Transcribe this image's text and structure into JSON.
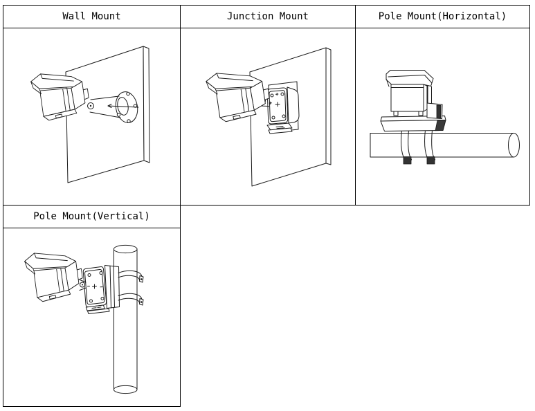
{
  "page": {
    "background": "#ffffff",
    "line_color": "#1a1a1a",
    "border_color": "#000000",
    "text_color": "#000000"
  },
  "cells": [
    {
      "id": "wall-mount",
      "label": "Wall Mount",
      "illustration": "wall-mount-illustration"
    },
    {
      "id": "junction-mount",
      "label": "Junction Mount",
      "illustration": "junction-mount-illustration"
    },
    {
      "id": "pole-mount-horizontal",
      "label": "Pole Mount(Horizontal)",
      "illustration": "pole-mount-horizontal-illustration"
    },
    {
      "id": "pole-mount-vertical",
      "label": "Pole Mount(Vertical)",
      "illustration": "pole-mount-vertical-illustration"
    }
  ]
}
